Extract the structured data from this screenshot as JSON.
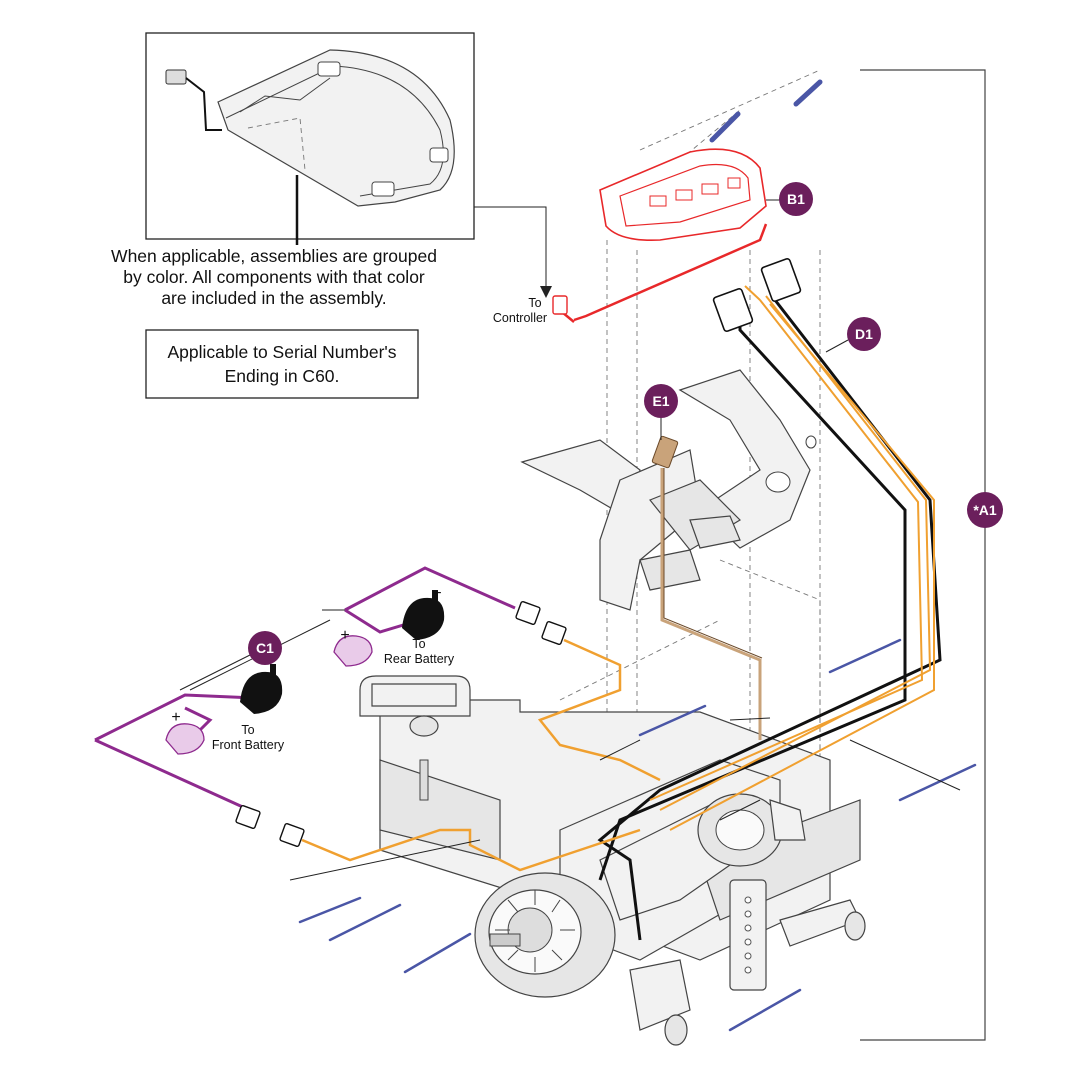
{
  "notes": {
    "line1": "When applicable, assemblies are grouped",
    "line2": "by color. All components with that color",
    "line3": "are included in the assembly.",
    "serial_line1": "Applicable to Serial Number's",
    "serial_line2": "Ending in C60."
  },
  "labels": {
    "to_controller_1": "To",
    "to_controller_2": "Controller",
    "rear_battery_1": "To",
    "rear_battery_2": "Rear Battery",
    "front_battery_1": "To",
    "front_battery_2": "Front Battery",
    "plus": "+",
    "minus": "−"
  },
  "callouts": {
    "a1": "*A1",
    "b1": "B1",
    "c1": "C1",
    "d1": "D1",
    "e1": "E1"
  },
  "colors": {
    "callout_badge": "#6b1f5c",
    "assembly_b1": "#e8282a",
    "assembly_c1": "#8e2a8e",
    "assembly_d1_wire": "#f0a030",
    "harness_black": "#111111",
    "assembly_e1": "#c9a37a",
    "screw_blue": "#4a56a6"
  }
}
